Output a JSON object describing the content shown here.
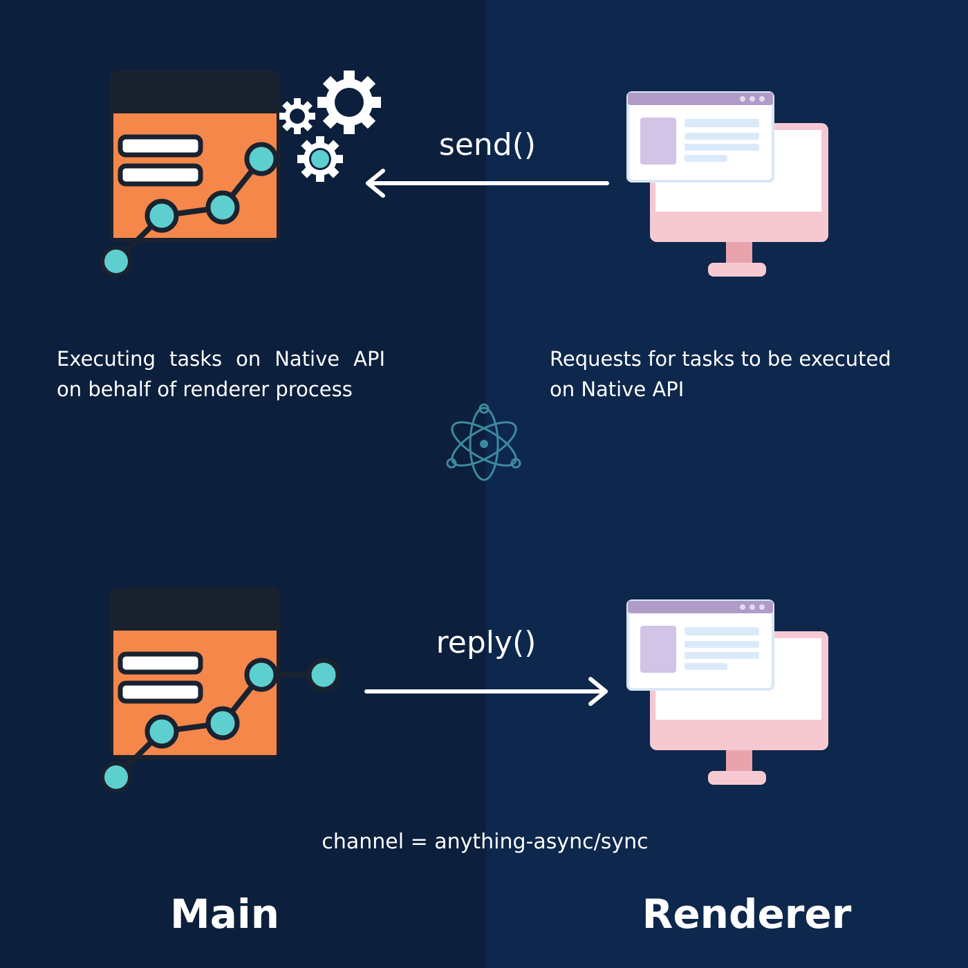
{
  "arrows": {
    "send_label": "send()",
    "reply_label": "reply()"
  },
  "main": {
    "description": "Executing tasks on Native API on behalf of renderer process",
    "title": "Main"
  },
  "renderer": {
    "description": "Requests for tasks to be executed on Native API",
    "title": "Renderer"
  },
  "channel_text": "channel = anything-async/sync",
  "icons": {
    "top_left": "analytics-window-icon",
    "gears": "gears-icon",
    "top_right": "monitor-browser-icon",
    "center": "electron-logo-icon",
    "bottom_left": "analytics-window-icon",
    "bottom_right": "monitor-browser-icon"
  },
  "colors": {
    "left_panel": "#0c1f3c",
    "right_panel": "#0e274c",
    "orange": "#f5874a",
    "teal": "#5ecfcf",
    "pink": "#f6c9d2",
    "lavender": "#b19cc9"
  }
}
